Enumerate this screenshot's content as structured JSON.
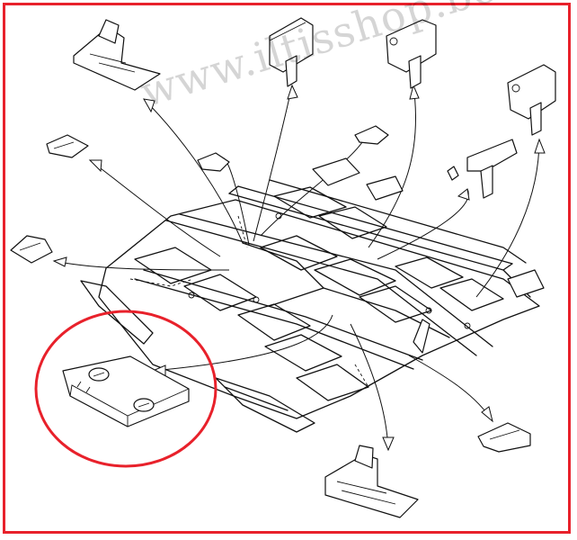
{
  "watermark": {
    "text": "www.iltisshop.be"
  },
  "colors": {
    "frame": "#e8212b",
    "highlight": "#e8212b",
    "line": "#111111",
    "background": "#ffffff"
  },
  "diagram": {
    "parts": [
      "clip",
      "clip",
      "clip",
      "clip",
      "clip",
      "clip",
      "clip",
      "clip",
      "clip",
      "clip",
      "cover-plate"
    ],
    "highlighted_part": "cover-plate"
  }
}
